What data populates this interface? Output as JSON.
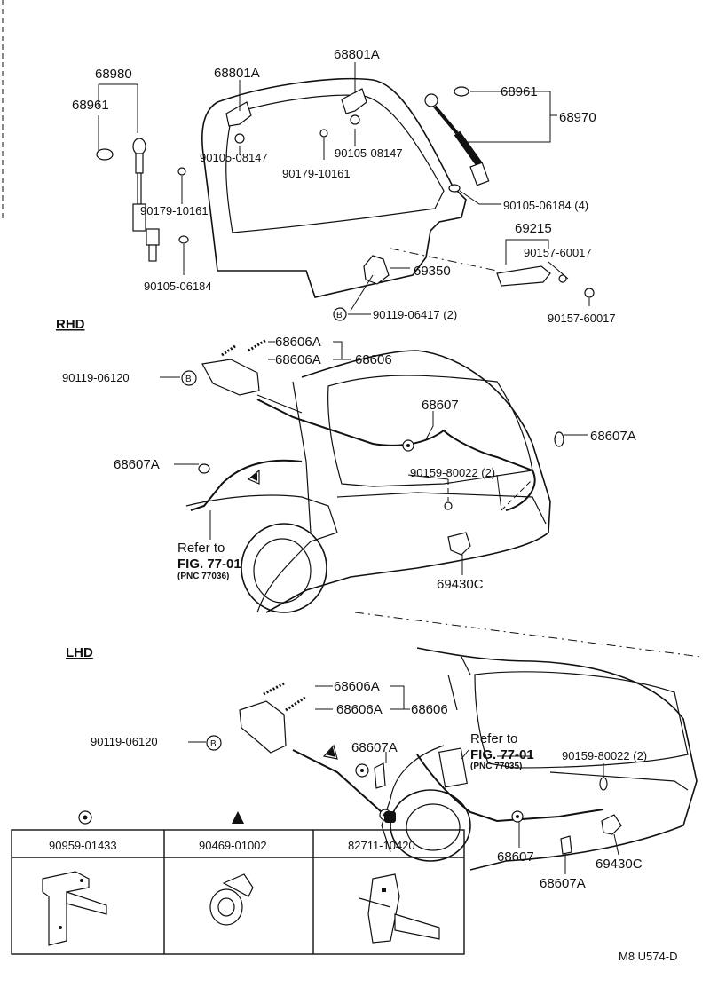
{
  "labels": {
    "p68980": "68980",
    "p68961_l": "68961",
    "p68801A_l": "68801A",
    "p68801A_r": "68801A",
    "p68961_r": "68961",
    "p68970": "68970",
    "p90105_08147_l": "90105-08147",
    "p90105_08147_r": "90105-08147",
    "p90179_10161_c": "90179-10161",
    "p90179_10161_l": "90179-10161",
    "p90105_06184_4": "90105-06184 (4)",
    "p90105_06184": "90105-06184",
    "p69215": "69215",
    "p90157_60017_a": "90157-60017",
    "p90157_60017_b": "90157-60017",
    "p69350": "69350",
    "p90119_06417": "90119-06417 (2)",
    "rhd": "RHD",
    "r_68606A_1": "68606A",
    "r_68606A_2": "68606A",
    "r_68606": "68606",
    "r_90119_06120": "90119-06120",
    "r_68607": "68607",
    "r_68607A_r": "68607A",
    "r_68607A_l": "68607A",
    "r_90159_80022": "90159-80022 (2)",
    "r_refer": "Refer to",
    "r_fig": "FIG. 77-01",
    "r_pnc": "(PNC 77036)",
    "r_69430C": "69430C",
    "lhd": "LHD",
    "l_68606A_1": "68606A",
    "l_68606A_2": "68606A",
    "l_68606": "68606",
    "l_90119_06120": "90119-06120",
    "l_68607A_top": "68607A",
    "l_refer": "Refer to",
    "l_fig": "FIG. 77-01",
    "l_pnc": "(PNC 77035)",
    "l_90159_80022": "90159-80022 (2)",
    "l_68607": "68607",
    "l_69430C": "69430C",
    "l_68607A_bot": "68607A",
    "tbl_1": "90959-01433",
    "tbl_2": "90469-01002",
    "tbl_3": "82711-10420",
    "drawing_code": "M8 U574-D",
    "symbol_b": "B"
  }
}
